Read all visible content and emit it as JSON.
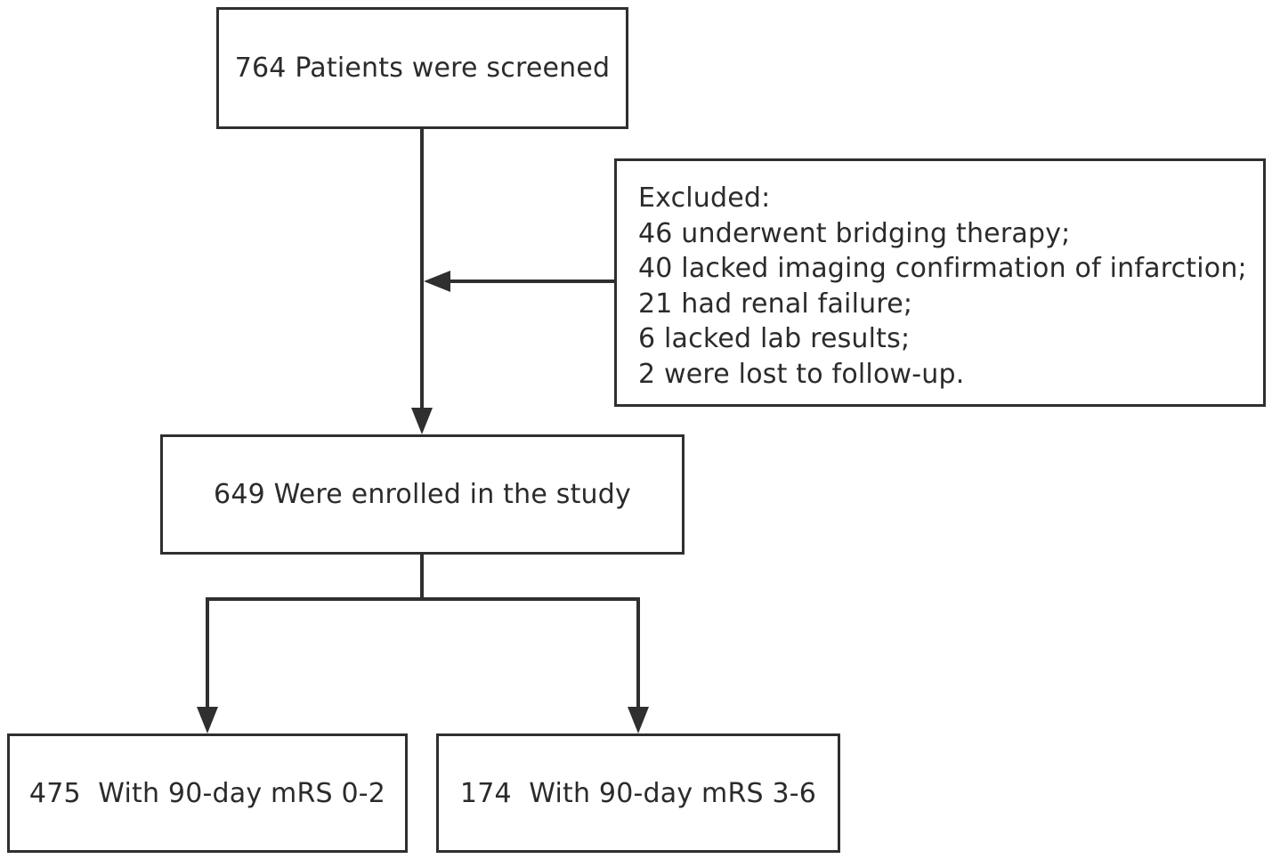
{
  "screened": {
    "text": "764 Patients were screened"
  },
  "excluded": {
    "heading": "Excluded:",
    "items": [
      "46 underwent bridging therapy;",
      "40 lacked imaging confirmation of infarction;",
      "21 had renal failure;",
      "6 lacked lab results;",
      "2 were lost to follow-up."
    ]
  },
  "enrolled": {
    "text": "649 Were enrolled in the study"
  },
  "outcomes": {
    "good": {
      "text": "475  With 90-day mRS 0-2"
    },
    "poor": {
      "text": "174  With 90-day mRS 3-6"
    }
  },
  "colors": {
    "stroke": "#2f2f2f",
    "text": "#2b2b2b",
    "background": "#ffffff"
  }
}
